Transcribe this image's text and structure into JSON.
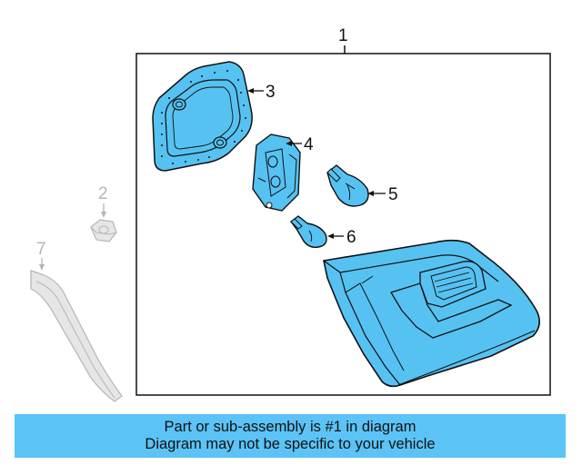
{
  "callouts": {
    "c1": "1",
    "c2": "2",
    "c3": "3",
    "c4": "4",
    "c5": "5",
    "c6": "6",
    "c7": "7"
  },
  "banner": {
    "line1": "Part or sub-assembly is #1 in diagram",
    "line2": "Diagram may not be specific to your vehicle",
    "color": "#5bc3f5"
  },
  "colors": {
    "part_fill": "#56c2f2",
    "ghost_fill": "#e6e6e6",
    "line": "#111111"
  }
}
